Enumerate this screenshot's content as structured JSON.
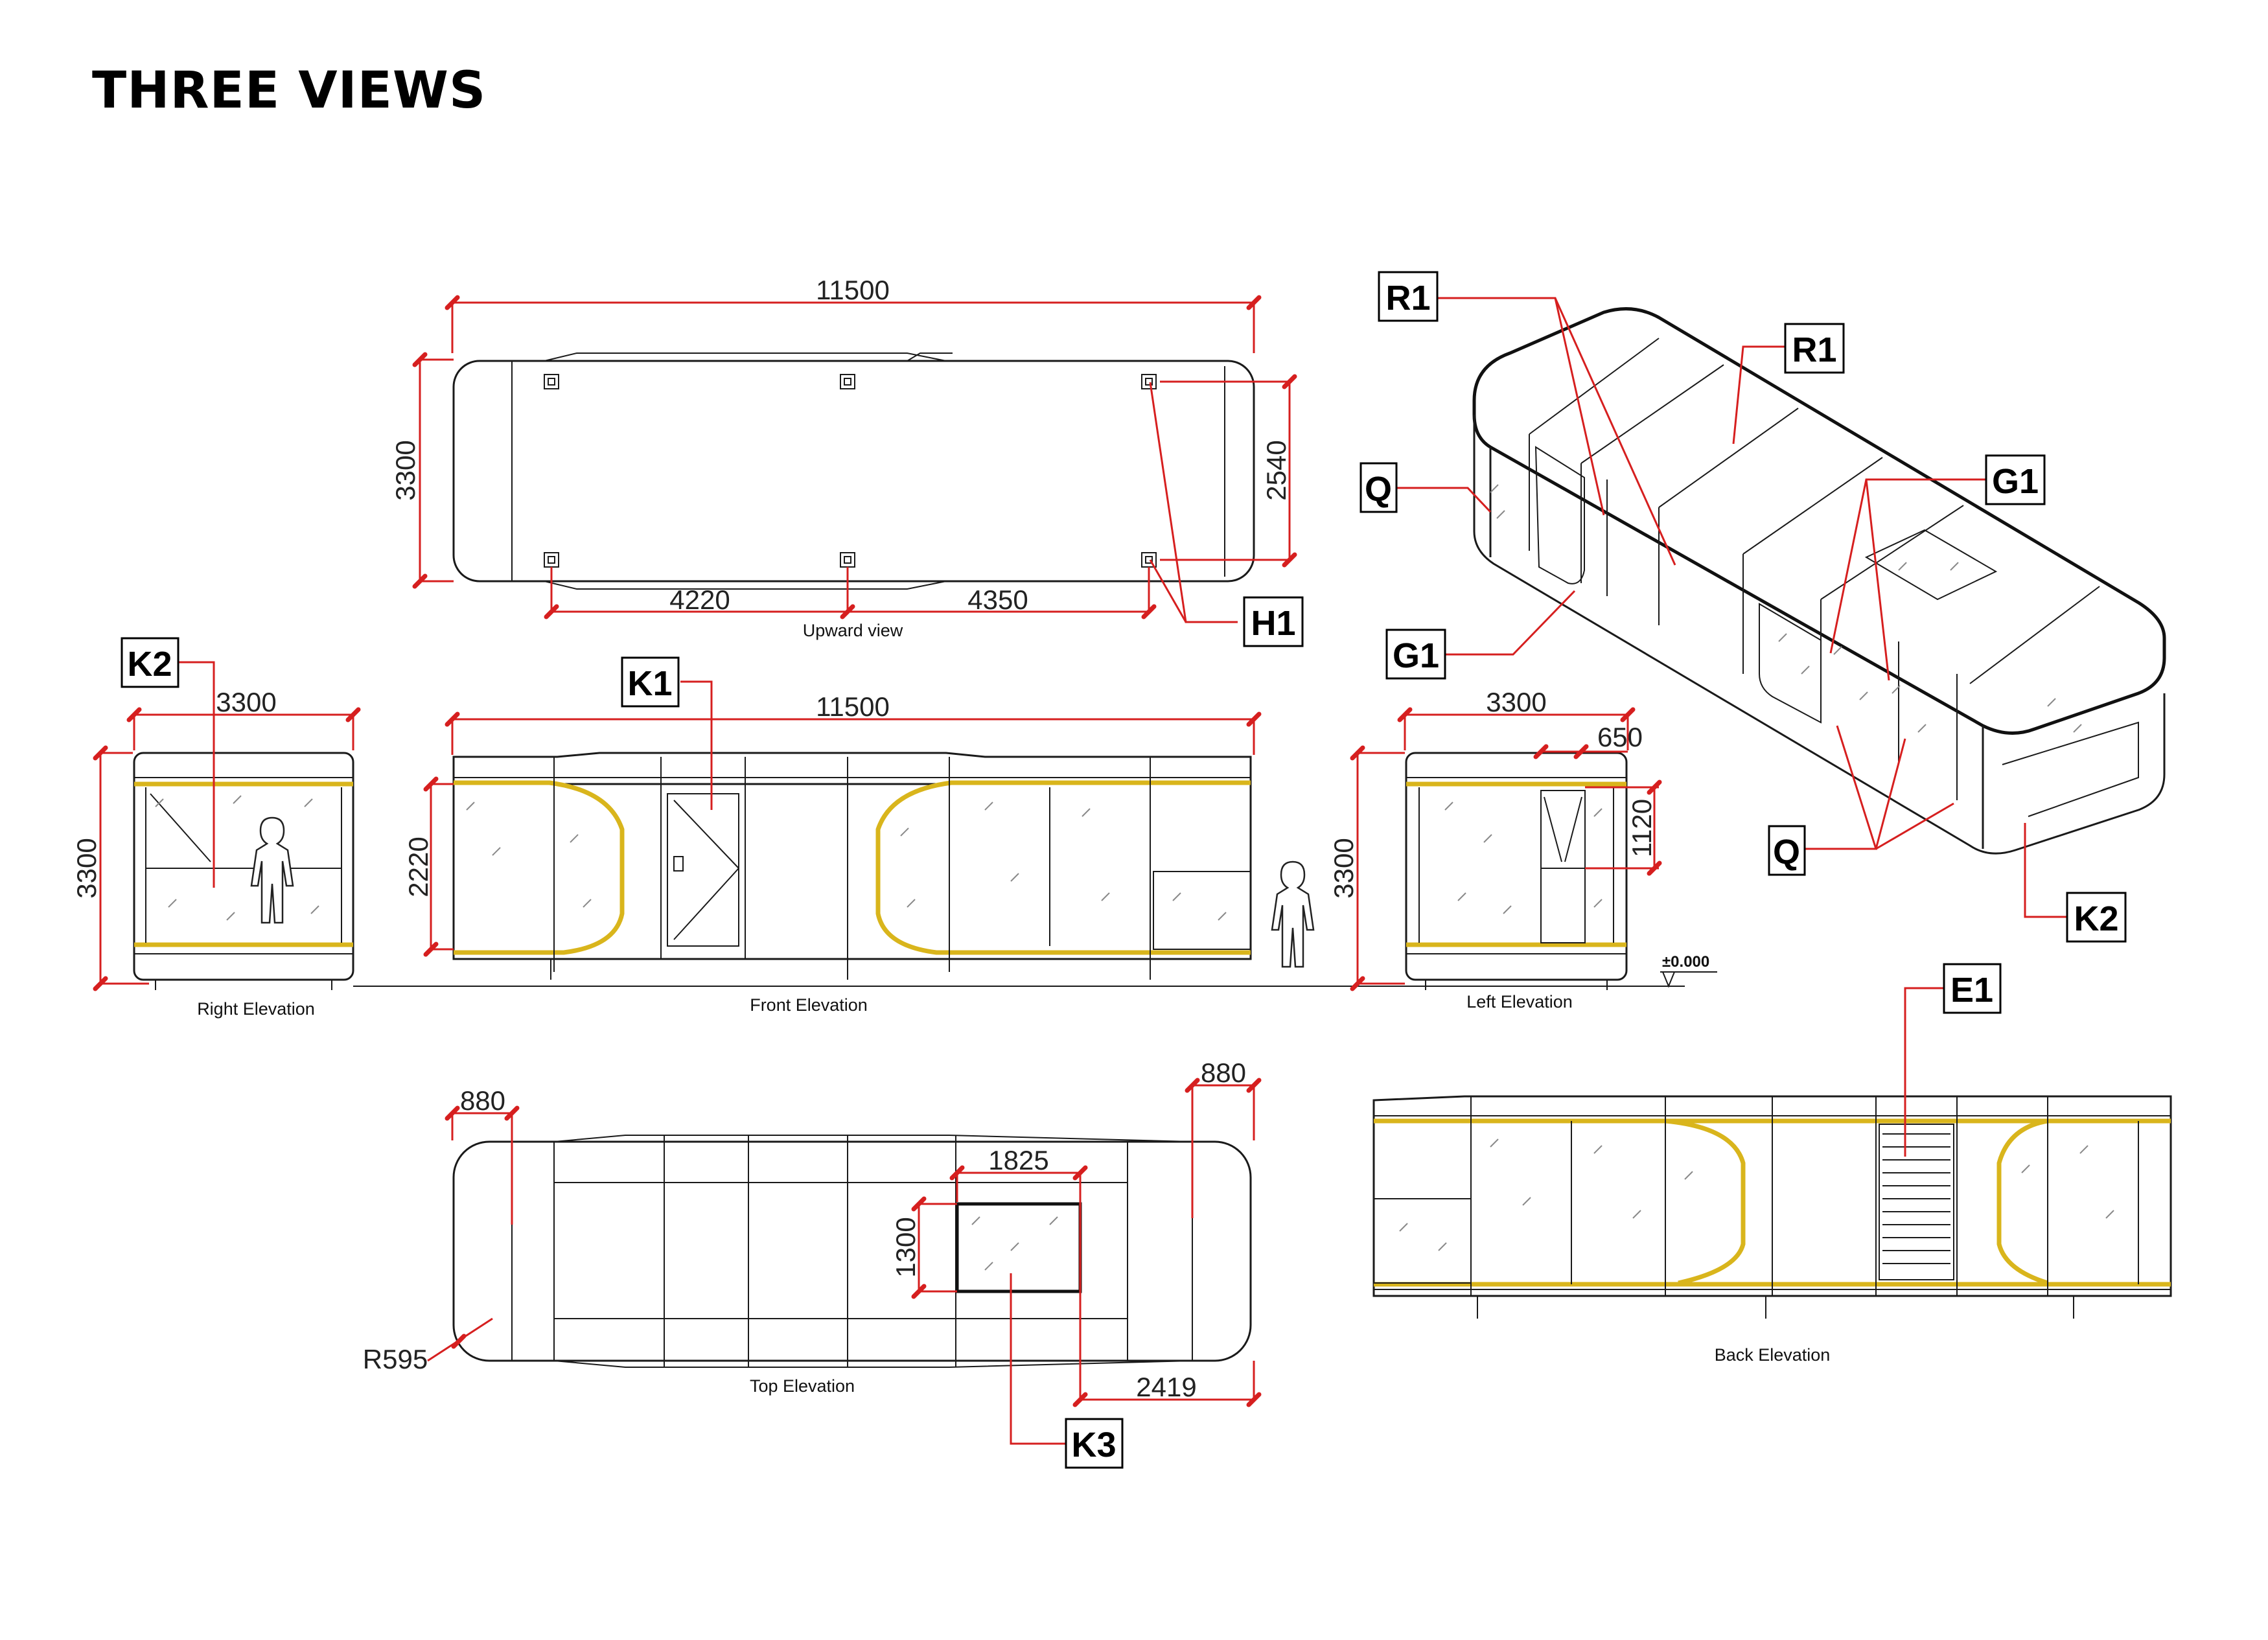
{
  "title": "THREE VIEWS",
  "captions": {
    "upward": "Upward view",
    "right": "Right Elevation",
    "front": "Front Elevation",
    "left": "Left Elevation",
    "top": "Top Elevation",
    "back": "Back Elevation"
  },
  "dimensions": {
    "upward_length": "11500",
    "upward_width": "3300",
    "upward_inner": "2540",
    "upward_span1": "4220",
    "upward_span2": "4350",
    "right_width": "3300",
    "right_height": "3300",
    "front_length": "11500",
    "front_height": "2220",
    "left_width": "3300",
    "left_offset": "650",
    "left_height": "3300",
    "left_window": "1120",
    "level": "±0.000",
    "top_end_left": "880",
    "top_end_right": "880",
    "top_skylight_w": "1825",
    "top_skylight_h": "1300",
    "top_radius": "R595",
    "top_offset": "2419"
  },
  "labels": {
    "r1_a": "R1",
    "r1_b": "R1",
    "q_a": "Q",
    "q_b": "Q",
    "g1_a": "G1",
    "g1_b": "G1",
    "h1": "H1",
    "k2_a": "K2",
    "k2_b": "K2",
    "k1": "K1",
    "e1": "E1",
    "k3": "K3"
  }
}
